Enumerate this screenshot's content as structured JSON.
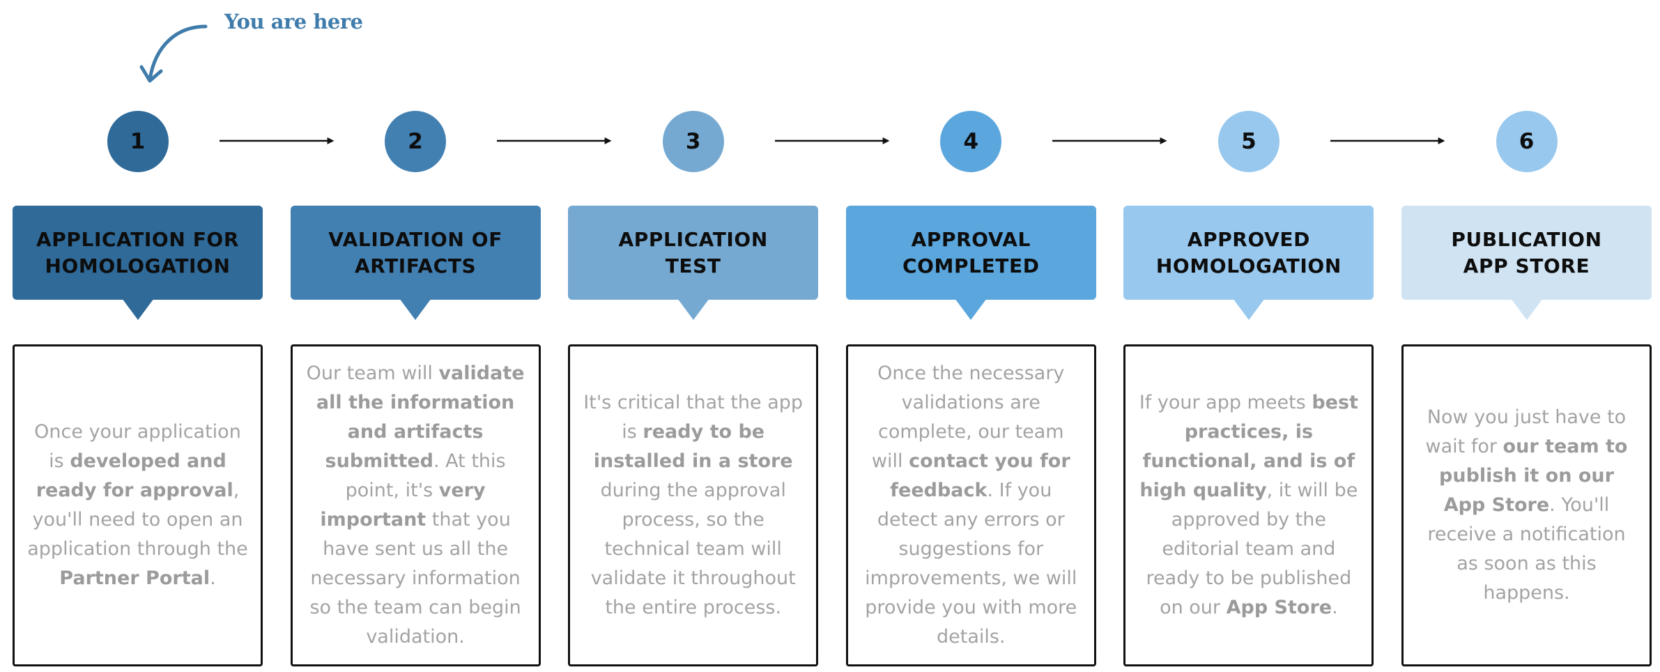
{
  "indicator": {
    "label": "You are here",
    "color": "#3f7cab"
  },
  "steps": [
    {
      "number": "1",
      "title_lines": [
        "APPLICATION FOR",
        "HOMOLOGATION"
      ],
      "color": "#2f6a99",
      "text_segments": [
        {
          "t": "Once your application is ",
          "b": false
        },
        {
          "t": "developed and ready for approval",
          "b": true
        },
        {
          "t": ", you'll need to open an application through the ",
          "b": false
        },
        {
          "t": "Partner Portal",
          "b": true
        },
        {
          "t": ".",
          "b": false
        }
      ]
    },
    {
      "number": "2",
      "title_lines": [
        "VALIDATION OF",
        "ARTIFACTS"
      ],
      "color": "#4380b2",
      "text_segments": [
        {
          "t": "Our team will ",
          "b": false
        },
        {
          "t": "validate all the information and artifacts submitted",
          "b": true
        },
        {
          "t": ". At this point, it's ",
          "b": false
        },
        {
          "t": "very important",
          "b": true
        },
        {
          "t": " that you have sent us all the necessary information so the team can begin validation.",
          "b": false
        }
      ]
    },
    {
      "number": "3",
      "title_lines": [
        "APPLICATION",
        "TEST"
      ],
      "color": "#76a9d1",
      "text_segments": [
        {
          "t": "It's critical that the app is ",
          "b": false
        },
        {
          "t": "ready to be installed in a store",
          "b": true
        },
        {
          "t": " during the approval process, so the technical team will validate it throughout the entire process.",
          "b": false
        }
      ]
    },
    {
      "number": "4",
      "title_lines": [
        "APPROVAL",
        "COMPLETED"
      ],
      "color": "#5aa6dd",
      "text_segments": [
        {
          "t": "Once the necessary validations are complete, our team will ",
          "b": false
        },
        {
          "t": "contact you for feedback",
          "b": true
        },
        {
          "t": ". If you detect any errors or suggestions for improvements, we will provide you with more details.",
          "b": false
        }
      ]
    },
    {
      "number": "5",
      "title_lines": [
        "APPROVED",
        "HOMOLOGATION"
      ],
      "color": "#98c8ee",
      "text_segments": [
        {
          "t": "If your app meets ",
          "b": false
        },
        {
          "t": "best practices, is functional, and is of high quality",
          "b": true
        },
        {
          "t": ", it will be approved by the editorial team and ready to be published on our ",
          "b": false
        },
        {
          "t": "App Store",
          "b": true
        },
        {
          "t": ".",
          "b": false
        }
      ]
    },
    {
      "number": "6",
      "title_lines": [
        "PUBLICATION",
        "APP STORE"
      ],
      "color": "#cfe3f3",
      "circle_color": "#98c8ee",
      "text_segments": [
        {
          "t": "Now you just have to wait for ",
          "b": false
        },
        {
          "t": "our team to publish it on our App Store",
          "b": true
        },
        {
          "t": ". You'll receive a notification as soon as this happens.",
          "b": false
        }
      ]
    }
  ]
}
